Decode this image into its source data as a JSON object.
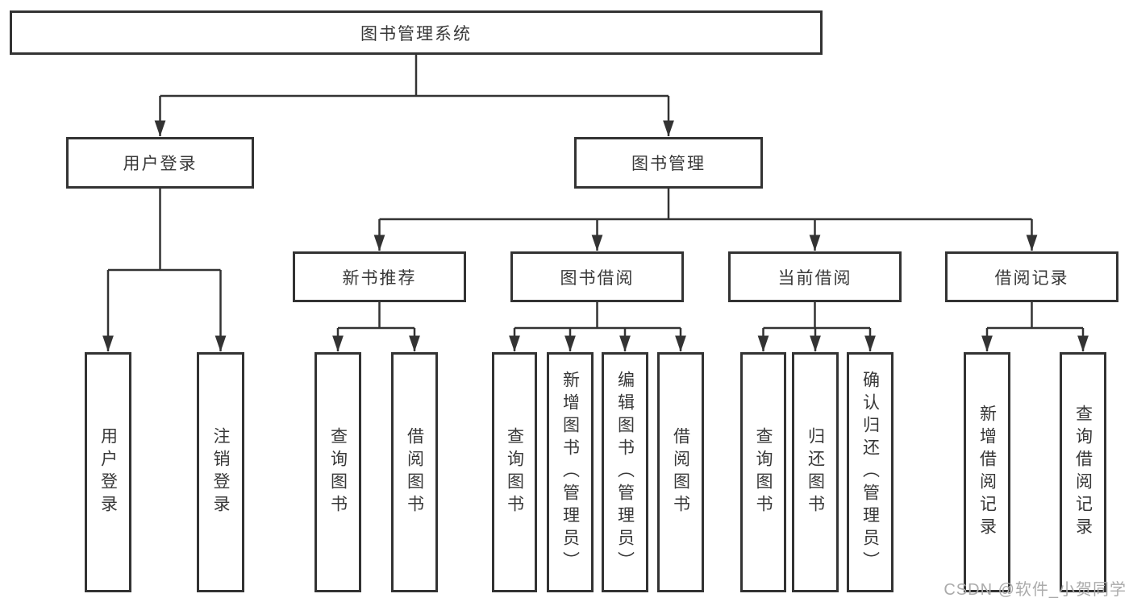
{
  "diagram": {
    "root": {
      "label": "图书管理系统"
    },
    "level2": {
      "user_login": {
        "label": "用户登录"
      },
      "book_mgmt": {
        "label": "图书管理"
      }
    },
    "level3": {
      "new_books": {
        "label": "新书推荐"
      },
      "book_borrow": {
        "label": "图书借阅"
      },
      "current_borrow": {
        "label": "当前借阅"
      },
      "borrow_records": {
        "label": "借阅记录"
      }
    },
    "leaves": {
      "user_login": [
        "用户登录",
        "注销登录"
      ],
      "new_books": [
        "查询图书",
        "借阅图书"
      ],
      "book_borrow": [
        "查询图书",
        "新增图书（管理员）",
        "编辑图书（管理员）",
        "借阅图书"
      ],
      "current_borrow": [
        "查询图书",
        "归还图书",
        "确认归还（管理员）"
      ],
      "borrow_records": [
        "新增借阅记录",
        "查询借阅记录"
      ]
    },
    "colors": {
      "line": "#333333",
      "box_border": "#333333",
      "text": "#383838",
      "watermark": "#ababab"
    }
  },
  "watermark": {
    "text": "CSDN @软件_小贺同学"
  }
}
